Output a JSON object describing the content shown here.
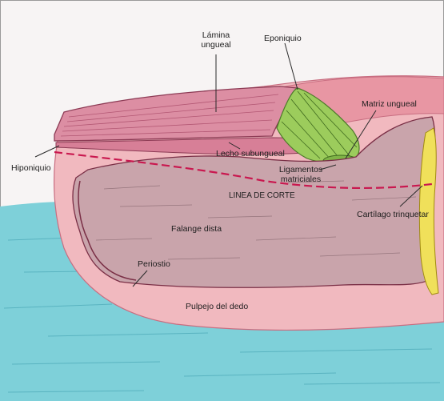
{
  "labels": {
    "lamina": "Lámina ungueal",
    "eponiquio": "Eponiquio",
    "matriz": "Matriz ungueal",
    "hiponiquio": "Hiponiquio",
    "lecho": "Lecho subungueal",
    "ligamentos": "Ligamentos matriciales",
    "linea_corte": "LINEA DE CORTE",
    "cartilago": "Cartílago trinquetar",
    "falange": "Falange dista",
    "periostio": "Periostio",
    "pulpejo": "Pulpejo del dedo"
  },
  "colors": {
    "skin": "#f1b9bf",
    "skin_dark": "#e896a3",
    "nail": "#dc8ea3",
    "bone": "#c9a4ab",
    "matrix": "#9ccc5c",
    "cartilage": "#f0e05a",
    "cut_line": "#c9184f",
    "water": "#7ed0d9",
    "background": "#f7f4f4"
  }
}
